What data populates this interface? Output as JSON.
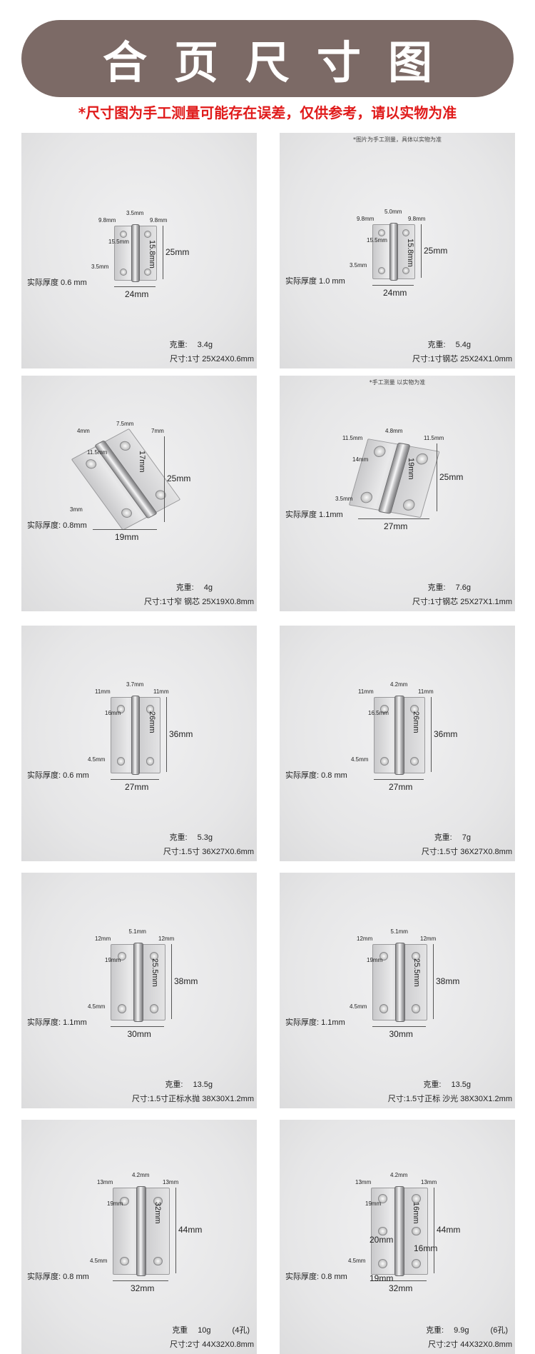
{
  "header": {
    "title": "合页尺寸图",
    "disclaimer": "*尺寸图为手工测量可能存在误差，仅供参考，请以实物为准"
  },
  "cards": [
    {
      "note": "",
      "dims": {
        "top": "3.5mm",
        "left": "9.8mm",
        "right": "9.8mm",
        "inner": "15.5mm",
        "inner_v": "15.8mm",
        "height": "25mm",
        "hole": "3.5mm",
        "width": "24mm"
      },
      "thickness_label": "实际厚度",
      "thickness": "0.6 mm",
      "weight_label": "克重:",
      "weight": "3.4g",
      "size_label": "尺寸:",
      "size": "1寸 25X24X0.6mm",
      "extra": ""
    },
    {
      "note": "*图片为手工测量，具体以实物为准",
      "dims": {
        "top": "5.0mm",
        "left": "9.8mm",
        "right": "9.8mm",
        "inner": "15.5mm",
        "inner_v": "15.8mm",
        "height": "25mm",
        "hole": "3.5mm",
        "width": "24mm"
      },
      "thickness_label": "实际厚度",
      "thickness": "1.0 mm",
      "weight_label": "克重:",
      "weight": "5.4g",
      "size_label": "尺寸:",
      "size": "1寸钢芯 25X24X1.0mm",
      "extra": ""
    },
    {
      "note": "",
      "dims": {
        "top": "7.5mm",
        "left": "4mm",
        "right": "7mm",
        "inner": "11.5mm",
        "inner_v": "17mm",
        "height": "25mm",
        "hole": "3mm",
        "width": "19mm"
      },
      "thickness_label": "实际厚度:",
      "thickness": "0.8mm",
      "weight_label": "克重:",
      "weight": "4g",
      "size_label": "尺寸:",
      "size": "1寸窄 钢芯 25X19X0.8mm",
      "extra": ""
    },
    {
      "note": "*手工测量 以实物为准",
      "dims": {
        "top": "4.8mm",
        "left": "11.5mm",
        "right": "11.5mm",
        "inner": "14mm",
        "inner_v": "19mm",
        "height": "25mm",
        "hole": "3.5mm",
        "width": "27mm"
      },
      "thickness_label": "实际厚度",
      "thickness": "1.1mm",
      "weight_label": "克重:",
      "weight": "7.6g",
      "size_label": "尺寸:",
      "size": "1寸钢芯 25X27X1.1mm",
      "extra": ""
    },
    {
      "note": "",
      "dims": {
        "top": "3.7mm",
        "left": "11mm",
        "right": "11mm",
        "inner": "16mm",
        "inner_v": "26mm",
        "height": "36mm",
        "hole": "4.5mm",
        "width": "27mm"
      },
      "thickness_label": "实际厚度:",
      "thickness": "0.6 mm",
      "weight_label": "克重:",
      "weight": "5.3g",
      "size_label": "尺寸:",
      "size": "1.5寸 36X27X0.6mm",
      "extra": ""
    },
    {
      "note": "",
      "dims": {
        "top": "4.2mm",
        "left": "11mm",
        "right": "11mm",
        "inner": "16.5mm",
        "inner_v": "26mm",
        "height": "36mm",
        "hole": "4.5mm",
        "width": "27mm"
      },
      "thickness_label": "实际厚度:",
      "thickness": "0.8 mm",
      "weight_label": "克重:",
      "weight": "7g",
      "size_label": "尺寸:",
      "size": "1.5寸 36X27X0.8mm",
      "extra": ""
    },
    {
      "note": "",
      "dims": {
        "top": "5.1mm",
        "left": "12mm",
        "right": "12mm",
        "inner": "19mm",
        "inner_v": "25.5mm",
        "height": "38mm",
        "hole": "4.5mm",
        "width": "30mm"
      },
      "thickness_label": "实际厚度:",
      "thickness": "1.1mm",
      "weight_label": "克重:",
      "weight": "13.5g",
      "size_label": "尺寸:",
      "size": "1.5寸正标水抛 38X30X1.2mm",
      "extra": ""
    },
    {
      "note": "",
      "dims": {
        "top": "5.1mm",
        "left": "12mm",
        "right": "12mm",
        "inner": "19mm",
        "inner_v": "25.5mm",
        "height": "38mm",
        "hole": "4.5mm",
        "width": "30mm"
      },
      "thickness_label": "实际厚度:",
      "thickness": "1.1mm",
      "weight_label": "克重:",
      "weight": "13.5g",
      "size_label": "尺寸:",
      "size": "1.5寸正标 沙光 38X30X1.2mm",
      "extra": ""
    },
    {
      "note": "",
      "dims": {
        "top": "4.2mm",
        "left": "13mm",
        "right": "13mm",
        "inner": "19mm",
        "inner_v": "32mm",
        "height": "44mm",
        "hole": "4.5mm",
        "width": "32mm"
      },
      "thickness_label": "实际厚度:",
      "thickness": "0.8 mm",
      "weight_label": "克重",
      "weight": "10g",
      "size_label": "尺寸:",
      "size": "2寸 44X32X0.8mm",
      "extra": "(4孔)"
    },
    {
      "note": "",
      "dims": {
        "top": "4.2mm",
        "left": "13mm",
        "right": "13mm",
        "inner": "19mm",
        "inner_v": "16mm",
        "height": "44mm",
        "hole": "4.5mm",
        "width": "32mm",
        "mid": "20mm",
        "low": "19mm",
        "low_v": "16mm"
      },
      "thickness_label": "实际厚度:",
      "thickness": "0.8 mm",
      "weight_label": "克重:",
      "weight": "9.9g",
      "size_label": "尺寸:",
      "size": "2寸 44X32X0.8mm",
      "extra": "(6孔)"
    }
  ]
}
